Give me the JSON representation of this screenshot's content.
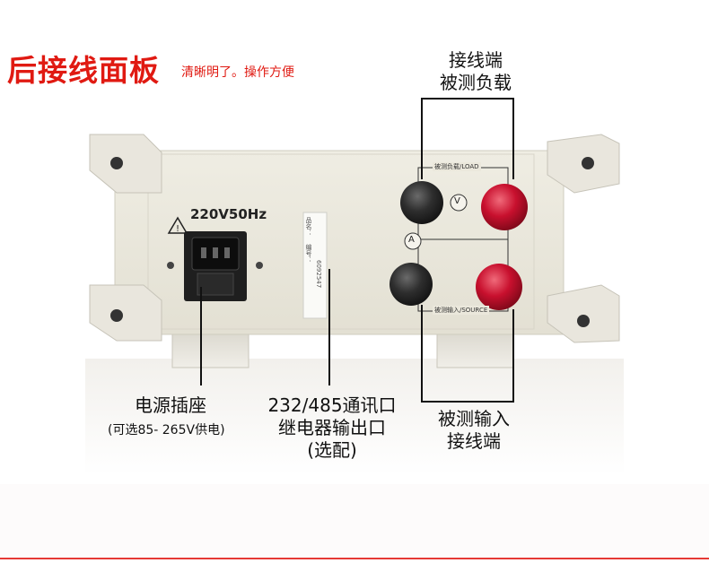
{
  "header": {
    "title": "后接线面板",
    "subtitle": "清晰明了。操作方便"
  },
  "panel": {
    "voltage_label": "220V50Hz",
    "load_label": "被测负载/LOAD",
    "source_label": "被测输入/SOURCE",
    "voltmeter_symbol": "V",
    "ammeter_symbol": "A",
    "sticker_line1": "品名：",
    "sticker_line2": "编号：",
    "sticker_serial": "6092547"
  },
  "callouts": {
    "load_terminal": [
      "接线端",
      "被测负载"
    ],
    "power_socket": "电源插座",
    "power_note": "(可选85- 265V供电)",
    "comm_port": [
      "232/485通讯口",
      "继电器输出口",
      "(选配)"
    ],
    "input_terminal": [
      "被测输入",
      "接线端"
    ]
  },
  "colors": {
    "title_red": "#e01a12",
    "panel_body": "#ebe8dc",
    "terminal_black": "#2b2b2b",
    "terminal_red": "#c8102e"
  }
}
